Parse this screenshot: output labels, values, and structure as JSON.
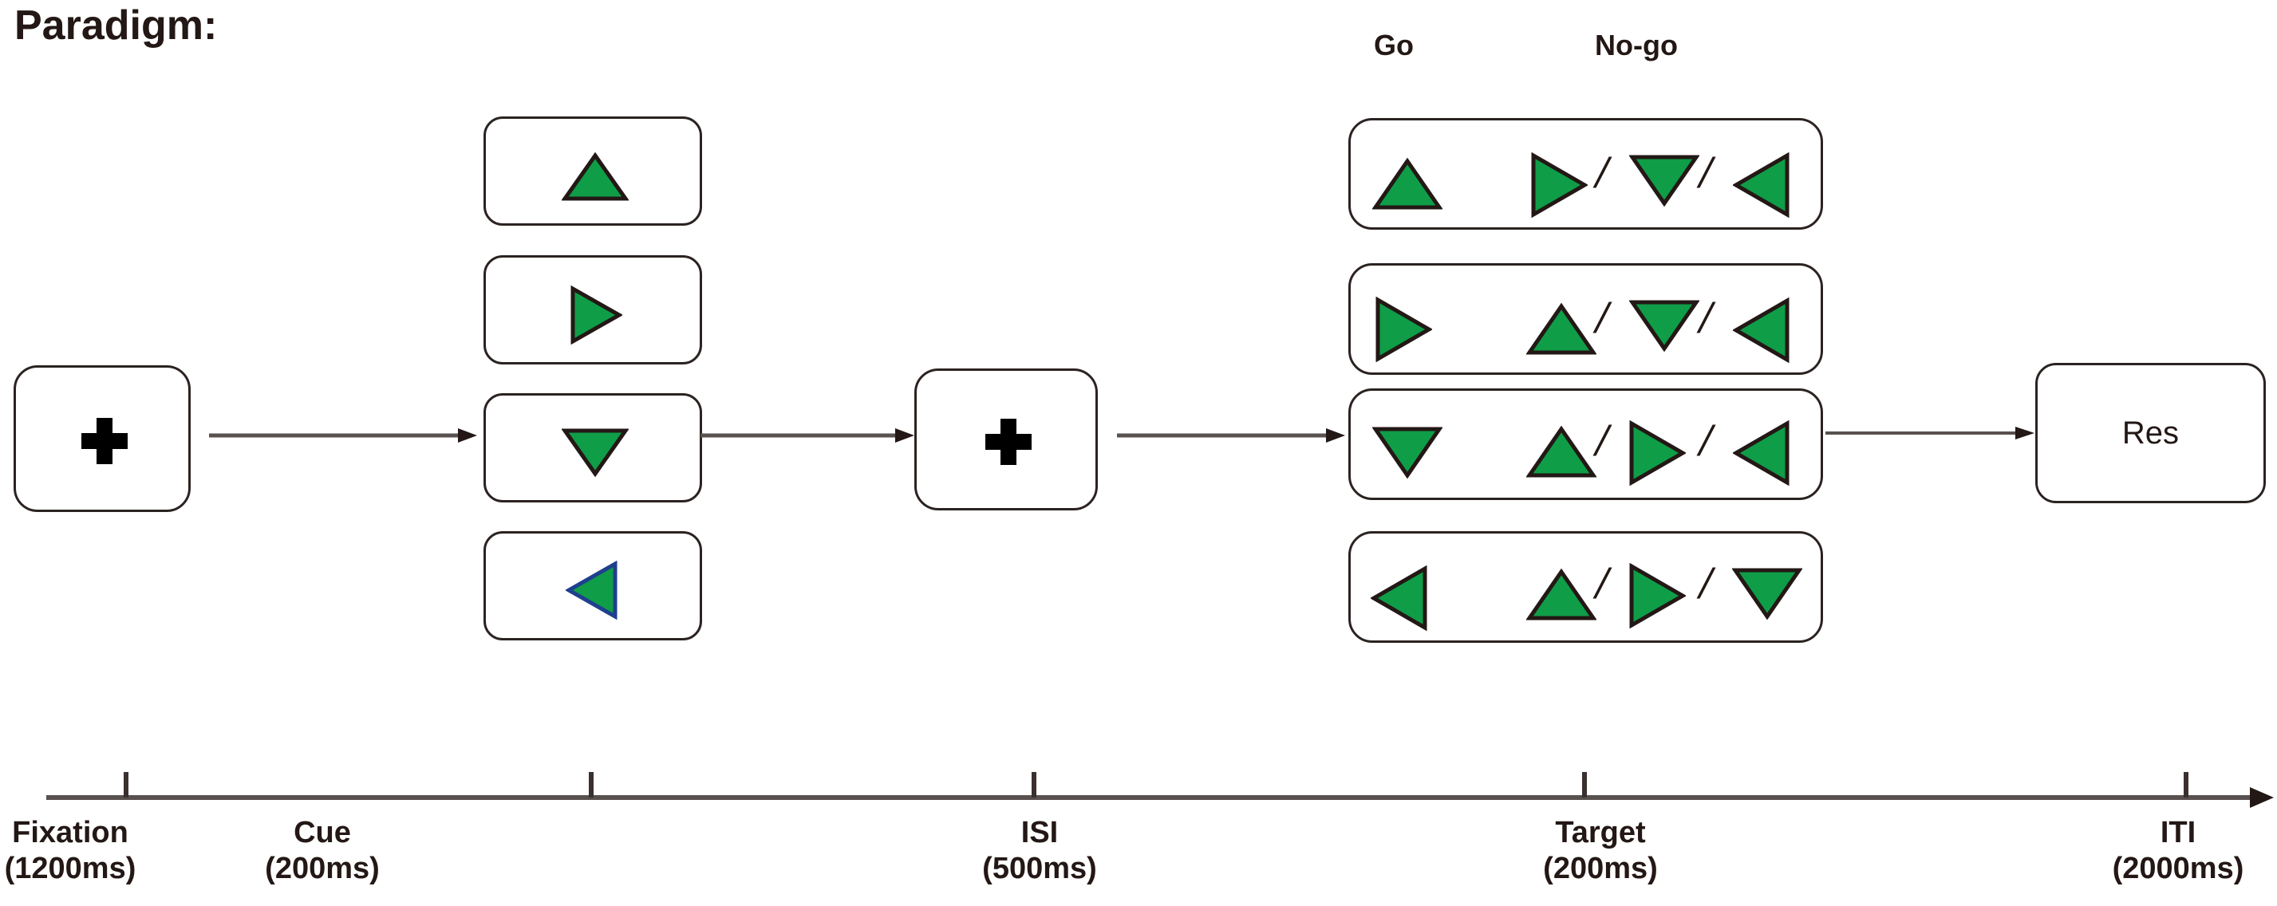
{
  "title": "Paradigm:",
  "colors": {
    "triangle_fill": "#0f9d48",
    "triangle_stroke": "#231815",
    "box_stroke": "#2b2321",
    "cue_left_stroke": "#1f3f8f",
    "text": "#231815",
    "arrow": "#585150",
    "background": "#ffffff"
  },
  "fixation": {
    "name": "fixation-box",
    "icon": "plus-cross-icon"
  },
  "cue": {
    "name": "cue-column",
    "boxes": [
      {
        "icon": "triangle-up-icon",
        "direction": "up"
      },
      {
        "icon": "triangle-right-icon",
        "direction": "right"
      },
      {
        "icon": "triangle-down-icon",
        "direction": "down"
      },
      {
        "icon": "triangle-left-icon",
        "direction": "left"
      }
    ]
  },
  "isi": {
    "name": "isi-box",
    "icon": "plus-cross-icon"
  },
  "target": {
    "name": "target-column",
    "headers": {
      "go": "Go",
      "nogo": "No-go"
    },
    "separator": "/",
    "rows": [
      {
        "go": {
          "icon": "triangle-up-icon",
          "direction": "up"
        },
        "nogo": [
          {
            "icon": "triangle-right-icon",
            "direction": "right"
          },
          {
            "icon": "triangle-down-icon",
            "direction": "down"
          },
          {
            "icon": "triangle-left-icon",
            "direction": "left"
          }
        ]
      },
      {
        "go": {
          "icon": "triangle-right-icon",
          "direction": "right"
        },
        "nogo": [
          {
            "icon": "triangle-up-icon",
            "direction": "up"
          },
          {
            "icon": "triangle-down-icon",
            "direction": "down"
          },
          {
            "icon": "triangle-left-icon",
            "direction": "left"
          }
        ]
      },
      {
        "go": {
          "icon": "triangle-down-icon",
          "direction": "down"
        },
        "nogo": [
          {
            "icon": "triangle-up-icon",
            "direction": "up"
          },
          {
            "icon": "triangle-right-icon",
            "direction": "right"
          },
          {
            "icon": "triangle-left-icon",
            "direction": "left"
          }
        ]
      },
      {
        "go": {
          "icon": "triangle-left-icon",
          "direction": "left"
        },
        "nogo": [
          {
            "icon": "triangle-up-icon",
            "direction": "up"
          },
          {
            "icon": "triangle-right-icon",
            "direction": "right"
          },
          {
            "icon": "triangle-down-icon",
            "direction": "down"
          }
        ]
      }
    ]
  },
  "response": {
    "name": "response-box",
    "label": "Res"
  },
  "timeline": {
    "name": "timeline-axis",
    "stages": [
      {
        "label": "Fixation",
        "duration": "(1200ms)"
      },
      {
        "label": "Cue",
        "duration": "(200ms)"
      },
      {
        "label": "ISI",
        "duration": "(500ms)"
      },
      {
        "label": "Target",
        "duration": "(200ms)"
      },
      {
        "label": "ITI",
        "duration": "(2000ms)"
      }
    ]
  }
}
